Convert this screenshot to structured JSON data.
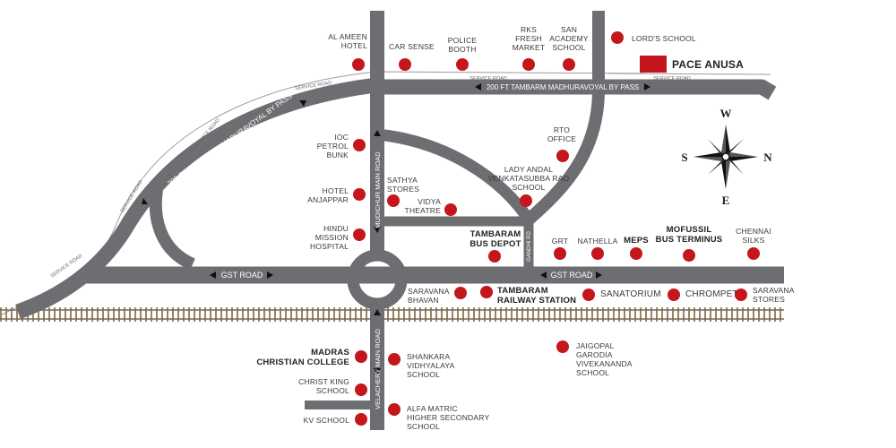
{
  "colors": {
    "road": "#6d6e71",
    "marker": "#c4161c",
    "rail": "#8b7355",
    "text": "#3a3a3a"
  },
  "roads": {
    "bypass_top": "200 FT TAMBARM MADHURAVOYAL BY PASS",
    "bypass_diag": "200 FT TAMBARAM MADURAVOYAL BY PASS",
    "service_road": "SERVICE ROAD",
    "gst_road": "GST ROAD",
    "mudichur_road": "MUDICHUR MAIN ROAD",
    "velachery_road": "VELACHERY MAIN ROAD",
    "gandhi_road": "GANDHI RD"
  },
  "compass": {
    "w": "W",
    "s": "S",
    "n": "N",
    "e": "E",
    "icon": "compass-rose-icon"
  },
  "highlight": {
    "label": "PACE ANUSA"
  },
  "places": {
    "al_ameen": "AL AMEEN\nHOTEL",
    "car_sense": "CAR SENSE",
    "police_booth": "POLICE\nBOOTH",
    "rks_market": "RKS\nFRESH\nMARKET",
    "san_academy": "SAN\nACADEMY\nSCHOOL",
    "lords_school": "LORD'S SCHOOL",
    "ioc_bunk": "IOC\nPETROL\nBUNK",
    "rto_office": "RTO\nOFFICE",
    "lady_andal": "LADY ANDAL\nVENKATASUBBA RAO\nSCHOOL",
    "hotel_anjappar": "HOTEL\nANJAPPAR",
    "sathya_stores": "SATHYA\nSTORES",
    "vidya_theatre": "VIDYA\nTHEATRE",
    "hindu_mission": "HINDU\nMISSION\nHOSPITAL",
    "bus_depot": "TAMBARAM\nBUS DEPOT",
    "grt": "GRT",
    "nathella": "NATHELLA",
    "meps": "MEPS",
    "mofussil": "MOFUSSIL\nBUS TERMINUS",
    "chennai_silks": "CHENNAI\nSILKS",
    "saravana_bhavan": "SARAVANA\nBHAVAN",
    "railway_station": "TAMBARAM\nRAILWAY STATION",
    "sanatorium": "SANATORIUM",
    "chrompet": "CHROMPET",
    "saravana_stores": "SARAVANA\nSTORES",
    "mcc": "MADRAS\nCHRISTIAN COLLEGE",
    "shankara": "SHANKARA\nVIDHYALAYA\nSCHOOL",
    "jaigopal": "JAIGOPAL\nGARODIA\nVIVEKANANDA\nSCHOOL",
    "christ_king": "CHRIST KING\nSCHOOL",
    "alfa_matric": "ALFA MATRIC\nHIGHER SECONDARY\nSCHOOL",
    "kv_school": "KV SCHOOL"
  }
}
